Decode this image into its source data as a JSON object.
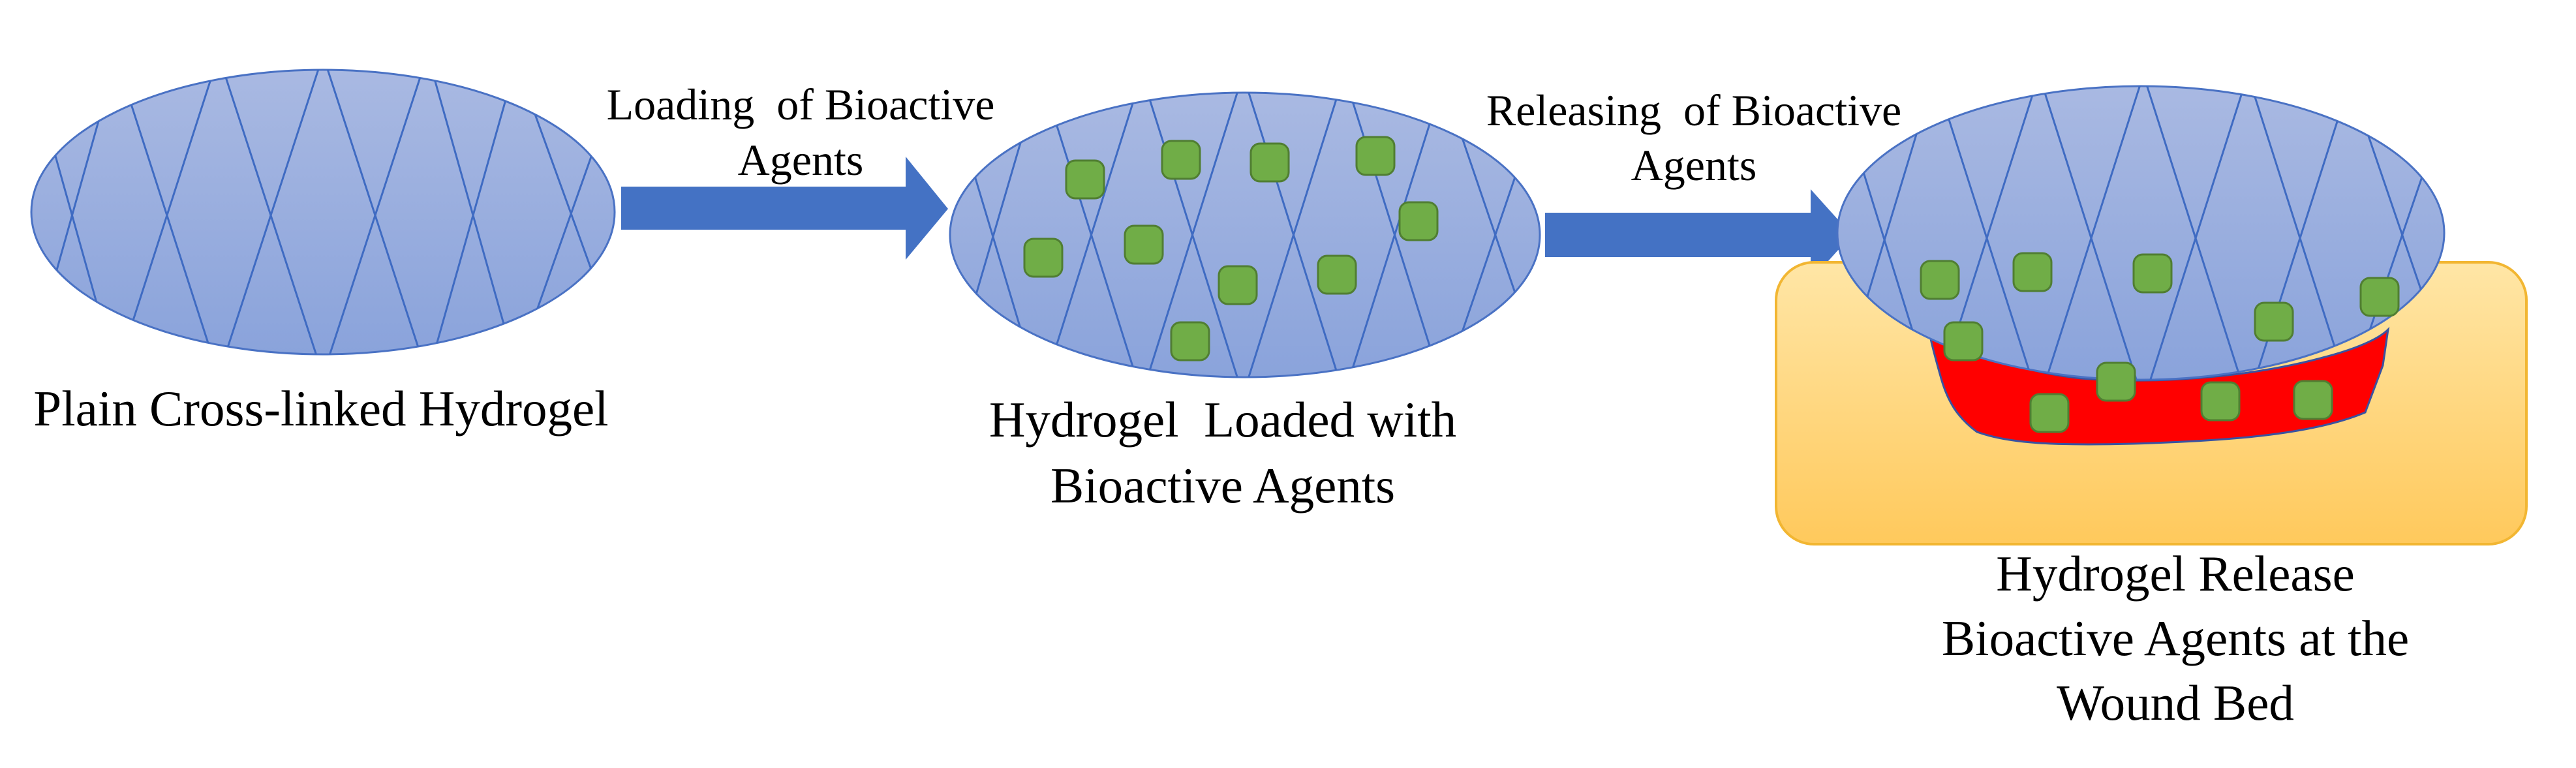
{
  "stages": [
    {
      "id": "plain",
      "caption_lines": [
        "Plain Cross-linked Hydrogel"
      ]
    },
    {
      "id": "loaded",
      "caption_lines": [
        "Hydrogel  Loaded with",
        "Bioactive Agents"
      ]
    },
    {
      "id": "release",
      "caption_lines": [
        "Hydrogel Release",
        "Bioactive Agents at the",
        "Wound Bed"
      ]
    }
  ],
  "arrows": [
    {
      "id": "loading",
      "label_lines": [
        "Loading  of Bioactive",
        "Agents"
      ]
    },
    {
      "id": "releasing",
      "label_lines": [
        "Releasing  of Bioactive",
        "Agents"
      ]
    }
  ],
  "colors": {
    "hydrogel_fill_top": "#a9b9e2",
    "hydrogel_fill_bottom": "#8ba4dc",
    "hydrogel_stroke": "#4a72c4",
    "mesh_line": "#3f6bc2",
    "arrow": "#4472c4",
    "agent_fill": "#70ad47",
    "agent_stroke": "#507e32",
    "wound": "#ff0000",
    "tissue_top": "#ffe6a6",
    "tissue_bottom": "#ffc95c",
    "tissue_stroke": "#f2b632",
    "text": "#000000"
  },
  "icons": {
    "agent": "green-rounded-square",
    "hydrogel": "blue-meshed-ellipse",
    "arrow": "right-block-arrow",
    "tissue": "skin-tissue-block"
  }
}
